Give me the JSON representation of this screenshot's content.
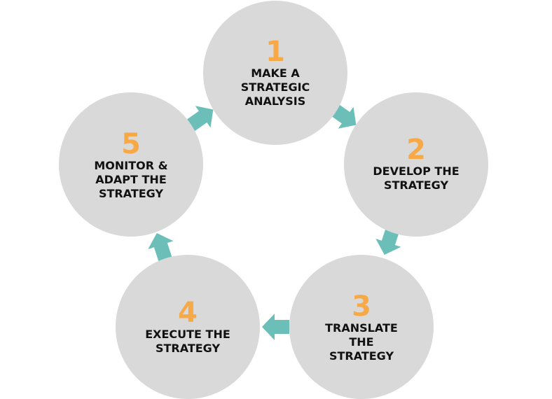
{
  "colors": {
    "circle_fill": "#d9d9d9",
    "number_color": "#f7a948",
    "label_color": "#111111",
    "arrow_color": "#6cbfb8"
  },
  "steps": [
    {
      "number": "1",
      "label": "MAKE A\nSTRATEGIC\nANALYSIS"
    },
    {
      "number": "2",
      "label": "DEVELOP THE\nSTRATEGY"
    },
    {
      "number": "3",
      "label": "TRANSLATE\nTHE\nSTRATEGY"
    },
    {
      "number": "4",
      "label": "EXECUTE THE\nSTRATEGY"
    },
    {
      "number": "5",
      "label": "MONITOR &\nADAPT THE\nSTRATEGY"
    }
  ],
  "arrows": [
    {
      "from": "1",
      "to": "2",
      "icon": "arrow-right-icon"
    },
    {
      "from": "2",
      "to": "3",
      "icon": "arrow-right-icon"
    },
    {
      "from": "3",
      "to": "4",
      "icon": "arrow-right-icon"
    },
    {
      "from": "4",
      "to": "5",
      "icon": "arrow-right-icon"
    },
    {
      "from": "5",
      "to": "1",
      "icon": "arrow-right-icon"
    }
  ]
}
